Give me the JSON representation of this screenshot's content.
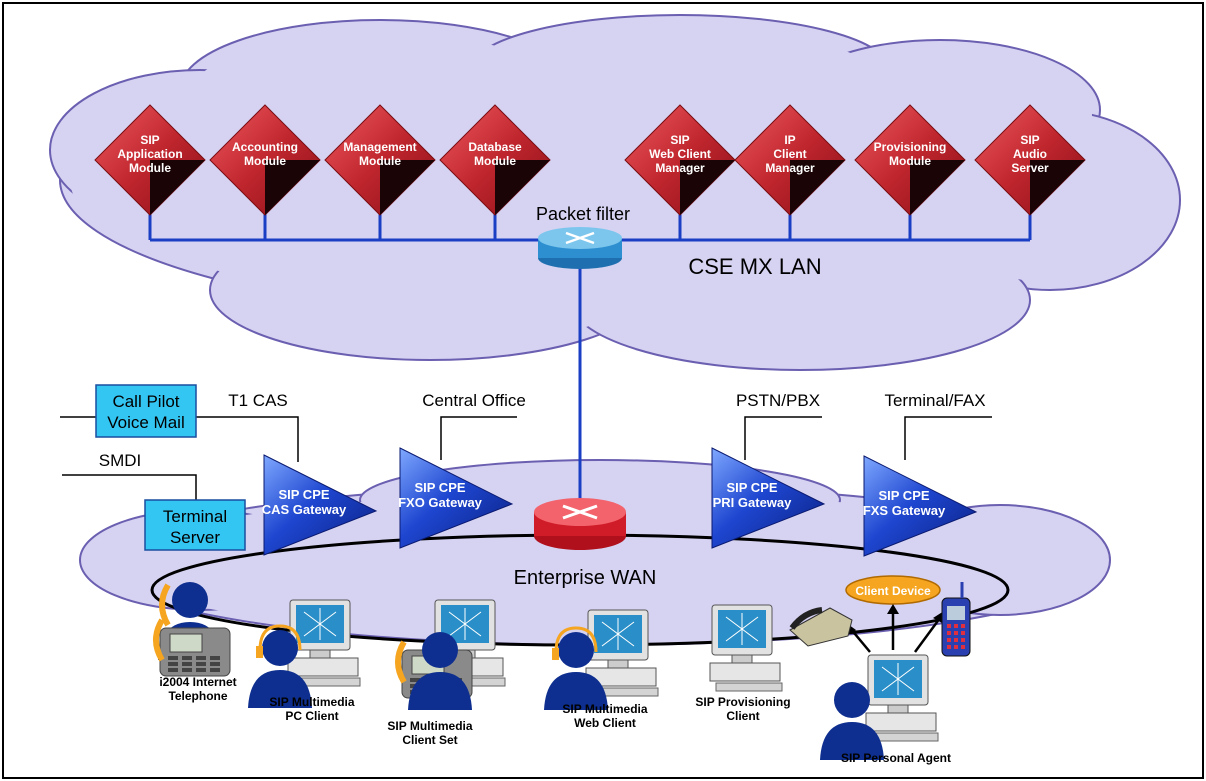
{
  "modules": [
    {
      "lines": [
        "SIP",
        "Application",
        "Module"
      ]
    },
    {
      "lines": [
        "Accounting",
        "Module"
      ]
    },
    {
      "lines": [
        "Management",
        "Module"
      ]
    },
    {
      "lines": [
        "Database",
        "Module"
      ]
    },
    {
      "lines": [
        "SIP",
        "Web Client",
        "Manager"
      ]
    },
    {
      "lines": [
        "IP",
        "Client",
        "Manager"
      ]
    },
    {
      "lines": [
        "Provisioning",
        "Module"
      ]
    },
    {
      "lines": [
        "SIP",
        "Audio",
        "Server"
      ]
    }
  ],
  "lan": {
    "packet_filter": "Packet filter",
    "title": "CSE MX LAN"
  },
  "links": {
    "t1cas": "T1 CAS",
    "central_office": "Central Office",
    "pstn": "PSTN/PBX",
    "terminal_fax": "Terminal/FAX",
    "smdi": "SMDI"
  },
  "boxes": {
    "callpilot": [
      "Call Pilot",
      "Voice Mail"
    ],
    "terminal_server": [
      "Terminal",
      "Server"
    ]
  },
  "gateways": [
    {
      "lines": [
        "SIP CPE",
        "CAS Gateway"
      ]
    },
    {
      "lines": [
        "SIP CPE",
        "FXO Gateway"
      ]
    },
    {
      "lines": [
        "SIP CPE",
        "PRI Gateway"
      ]
    },
    {
      "lines": [
        "SIP CPE",
        "FXS Gateway"
      ]
    }
  ],
  "wan": {
    "title": "Enterprise WAN"
  },
  "client_device": "Client Device",
  "clients": [
    {
      "lines": [
        "i2004 Internet",
        "Telephone"
      ]
    },
    {
      "lines": [
        "SIP Multimedia",
        "PC Client"
      ]
    },
    {
      "lines": [
        "SIP Multimedia",
        "Client Set"
      ]
    },
    {
      "lines": [
        "SIP Multimedia",
        "Web Client"
      ]
    },
    {
      "lines": [
        "SIP Provisioning",
        "Client"
      ]
    },
    {
      "lines": [
        "SIP Personal Agent"
      ]
    }
  ],
  "colors": {
    "module_red": "#c0262e",
    "gateway_blue": "#1a3fc4",
    "cloud_lavender": "#d6d2f2",
    "box_cyan": "#34c6f2",
    "router_red": "#e02030",
    "filter_blue": "#2e8fd0",
    "person_navy": "#0e2f8f"
  }
}
